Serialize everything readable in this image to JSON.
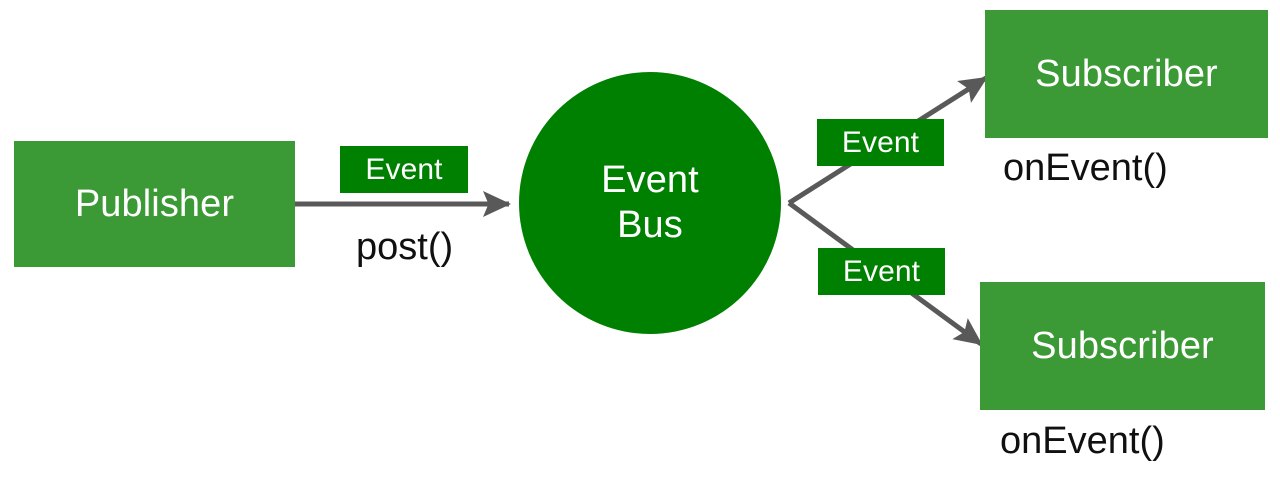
{
  "diagram": {
    "title": "Event Bus publish-subscribe diagram",
    "background": "#ffffff",
    "colors": {
      "box_light_green": "#3b9a35",
      "box_dark_green": "#008000",
      "arrow_gray": "#595959",
      "node_text": "#ffffff",
      "caption_text": "#101010"
    },
    "nodes": {
      "publisher": {
        "label": "Publisher"
      },
      "event_bus": {
        "label": "Event\nBus"
      },
      "subscriber_top": {
        "label": "Subscriber"
      },
      "subscriber_bottom": {
        "label": "Subscriber"
      }
    },
    "edge_labels": {
      "event_post": "Event",
      "event_top": "Event",
      "event_bottom": "Event"
    },
    "captions": {
      "post": "post()",
      "on_event_top": "onEvent()",
      "on_event_bottom": "onEvent()"
    }
  }
}
